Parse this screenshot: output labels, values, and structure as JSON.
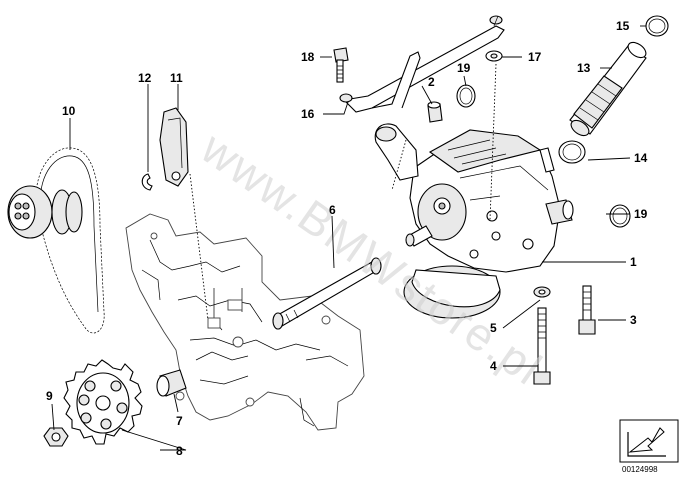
{
  "diagram": {
    "watermark": "www.BMWstore.pl",
    "diagram_id": "00124998",
    "icon": "arrow-box-icon",
    "callouts": [
      {
        "label": "1"
      },
      {
        "label": "2"
      },
      {
        "label": "3"
      },
      {
        "label": "4"
      },
      {
        "label": "5"
      },
      {
        "label": "6"
      },
      {
        "label": "7"
      },
      {
        "label": "8"
      },
      {
        "label": "9"
      },
      {
        "label": "10"
      },
      {
        "label": "11"
      },
      {
        "label": "12"
      },
      {
        "label": "13"
      },
      {
        "label": "14"
      },
      {
        "label": "15"
      },
      {
        "label": "16"
      },
      {
        "label": "17"
      },
      {
        "label": "18"
      },
      {
        "label": "19"
      },
      {
        "label": "19"
      }
    ]
  }
}
